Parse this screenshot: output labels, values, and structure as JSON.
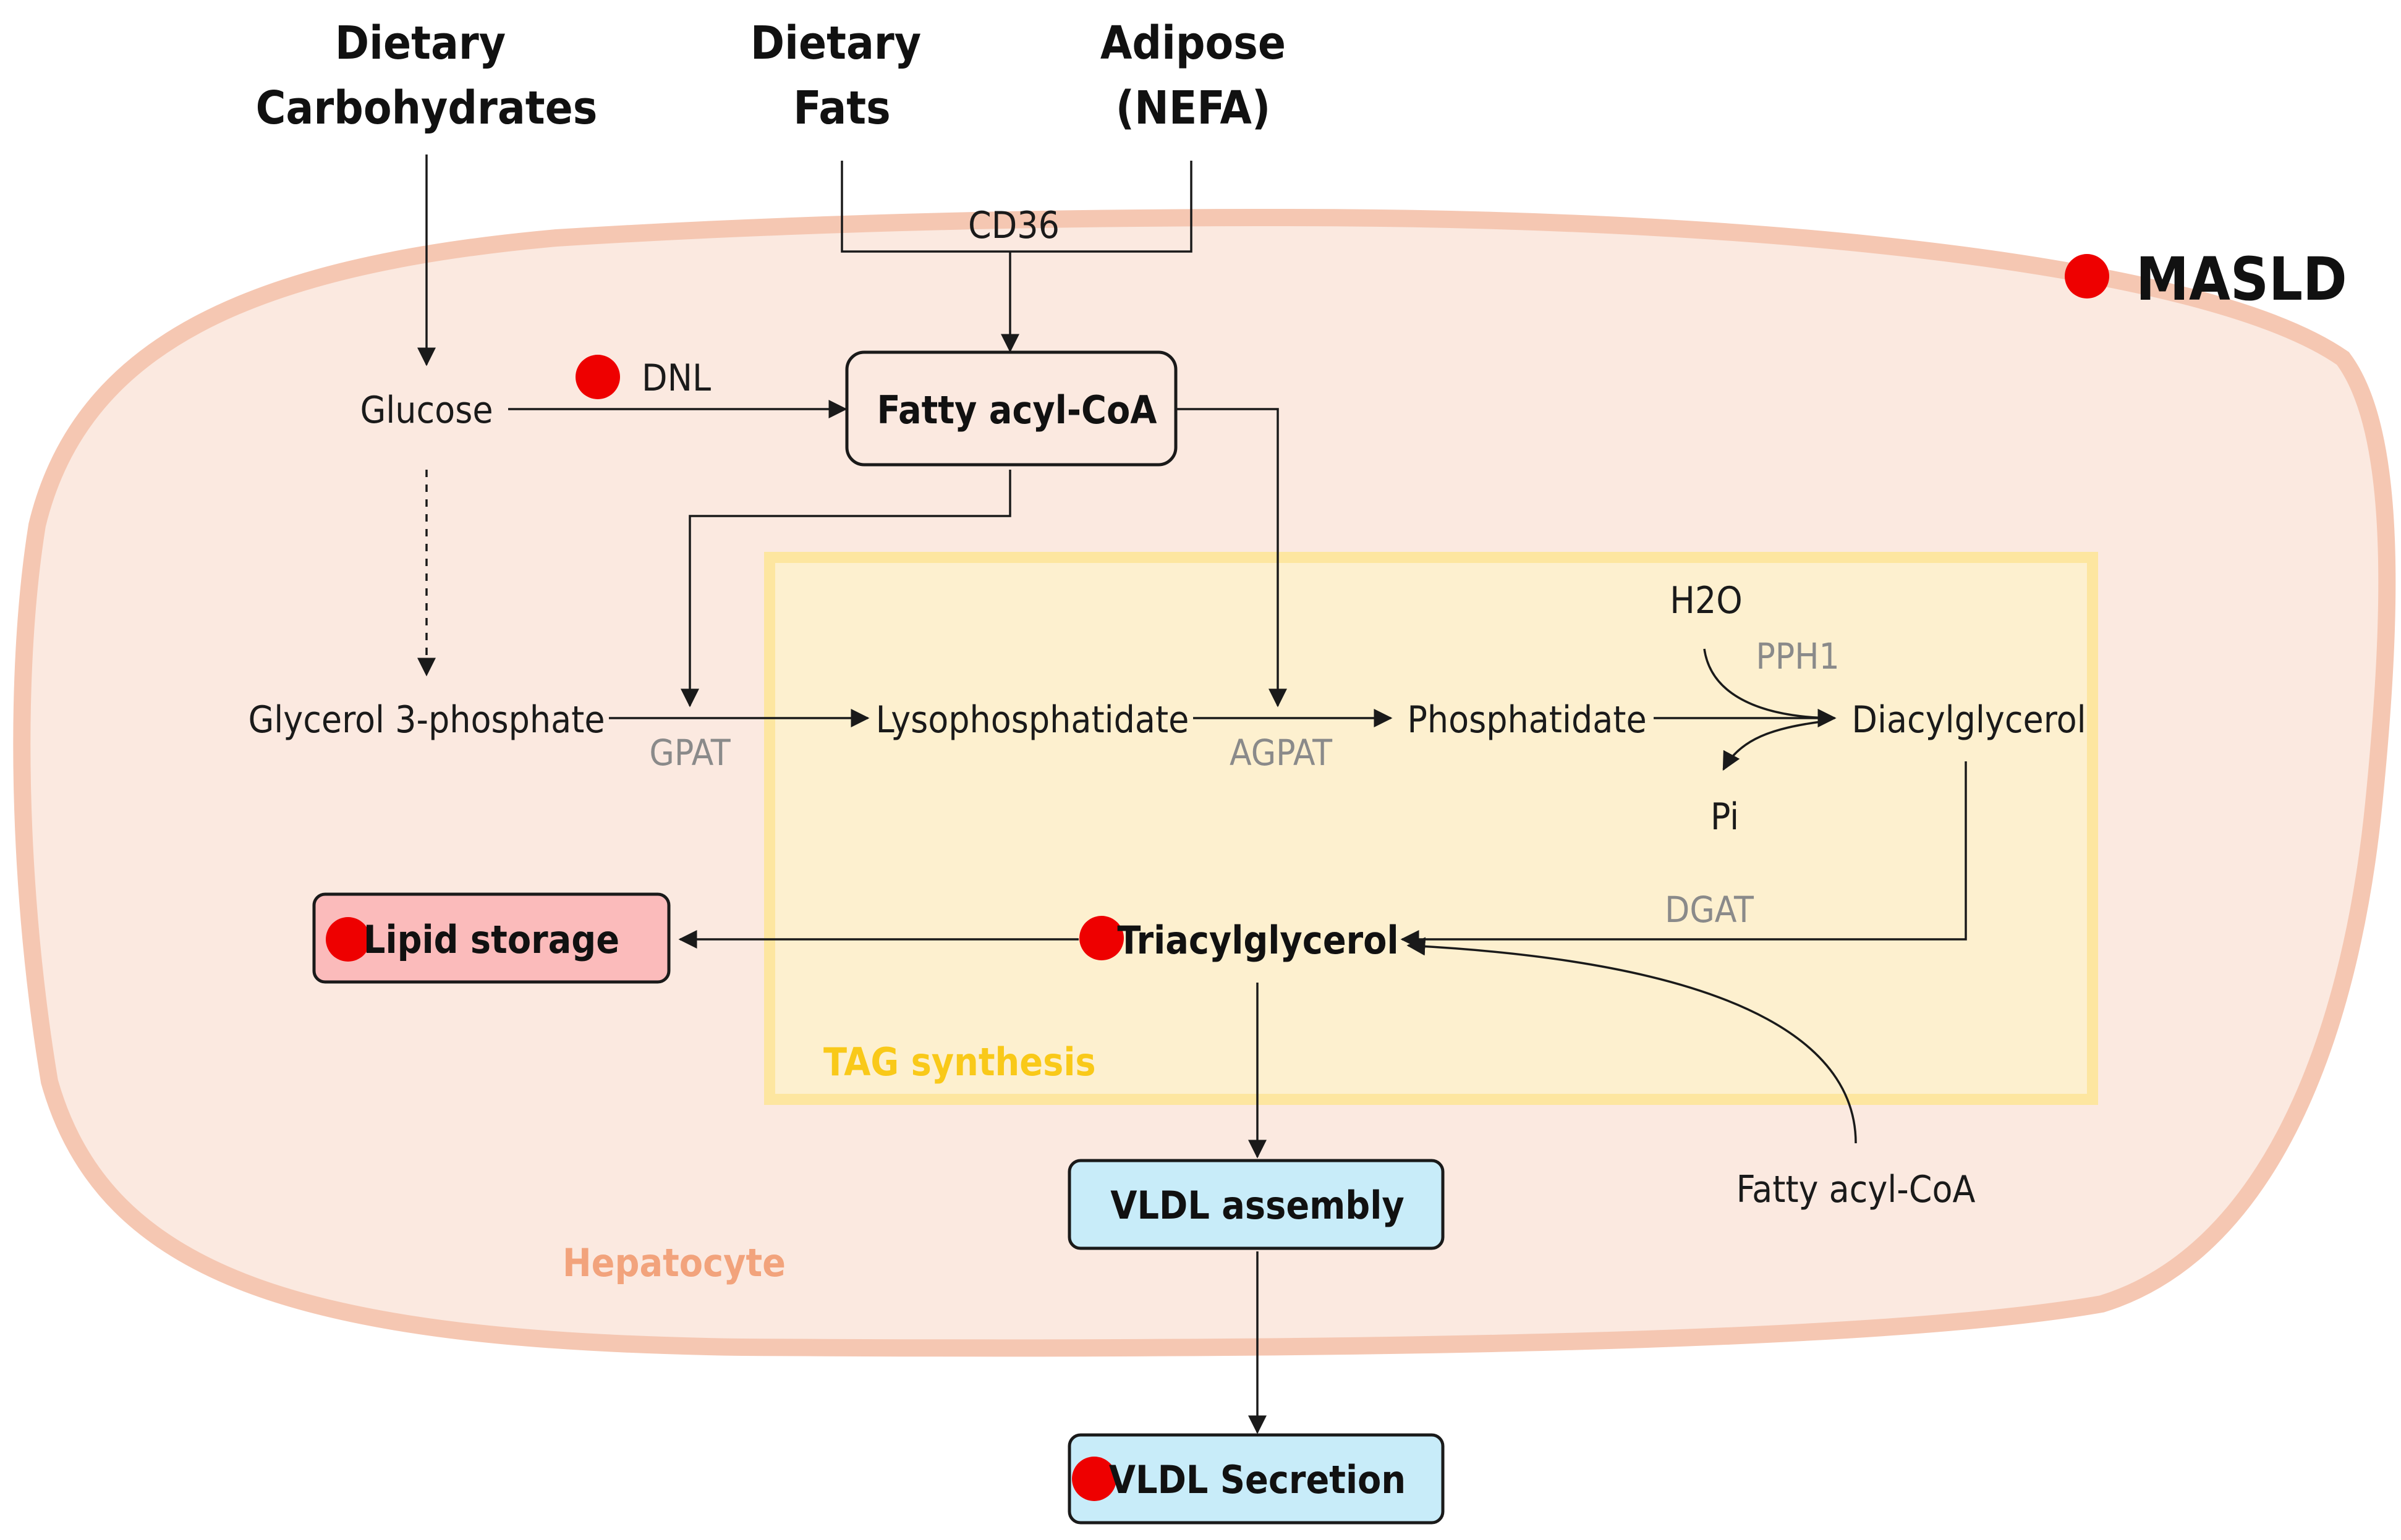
{
  "colors": {
    "cell_fill": "#fbe9e0",
    "cell_stroke": "#f5c7b2",
    "tag_region_fill": "#fdf0cf",
    "tag_region_stroke": "#fde6a0",
    "tag_label": "#f9c919",
    "hepatocyte_label": "#f2a37c",
    "masld_dot": "#ee0000",
    "lipid_storage_fill": "#fbbbbb",
    "vldl_fill": "#c8ecf9",
    "fatty_acyl_fill": "#fbe9e0",
    "enzyme_text": "#8a8a8a"
  },
  "sources": {
    "dietary_carbohydrates": [
      "Dietary",
      "Carbohydrates"
    ],
    "dietary_fats": [
      "Dietary",
      "Fats"
    ],
    "adipose_nefa": [
      "Adipose",
      "(NEFA)"
    ]
  },
  "legend": {
    "marker": "red-dot",
    "label": "MASLD"
  },
  "regions": {
    "hepatocyte": "Hepatocyte",
    "tag_synthesis": "TAG synthesis"
  },
  "nodes": {
    "glucose": "Glucose",
    "fatty_acyl_coa_box": "Fatty acyl-CoA",
    "glycerol_3_phosphate": "Glycerol 3-phosphate",
    "lysophosphatidate": "Lysophosphatidate",
    "phosphatidate": "Phosphatidate",
    "diacylglycerol": "Diacylglycerol",
    "h2o": "H2O",
    "pi": "Pi",
    "triacylglycerol": "Triacylglycerol",
    "fatty_acyl_coa_free": "Fatty acyl-CoA",
    "lipid_storage": "Lipid storage",
    "vldl_assembly": "VLDL assembly",
    "vldl_secretion": "VLDL Secretion"
  },
  "enzymes": {
    "cd36": "CD36",
    "dnl": "DNL",
    "gpat": "GPAT",
    "agpat": "AGPAT",
    "pph1": "PPH1",
    "dgat": "DGAT"
  }
}
